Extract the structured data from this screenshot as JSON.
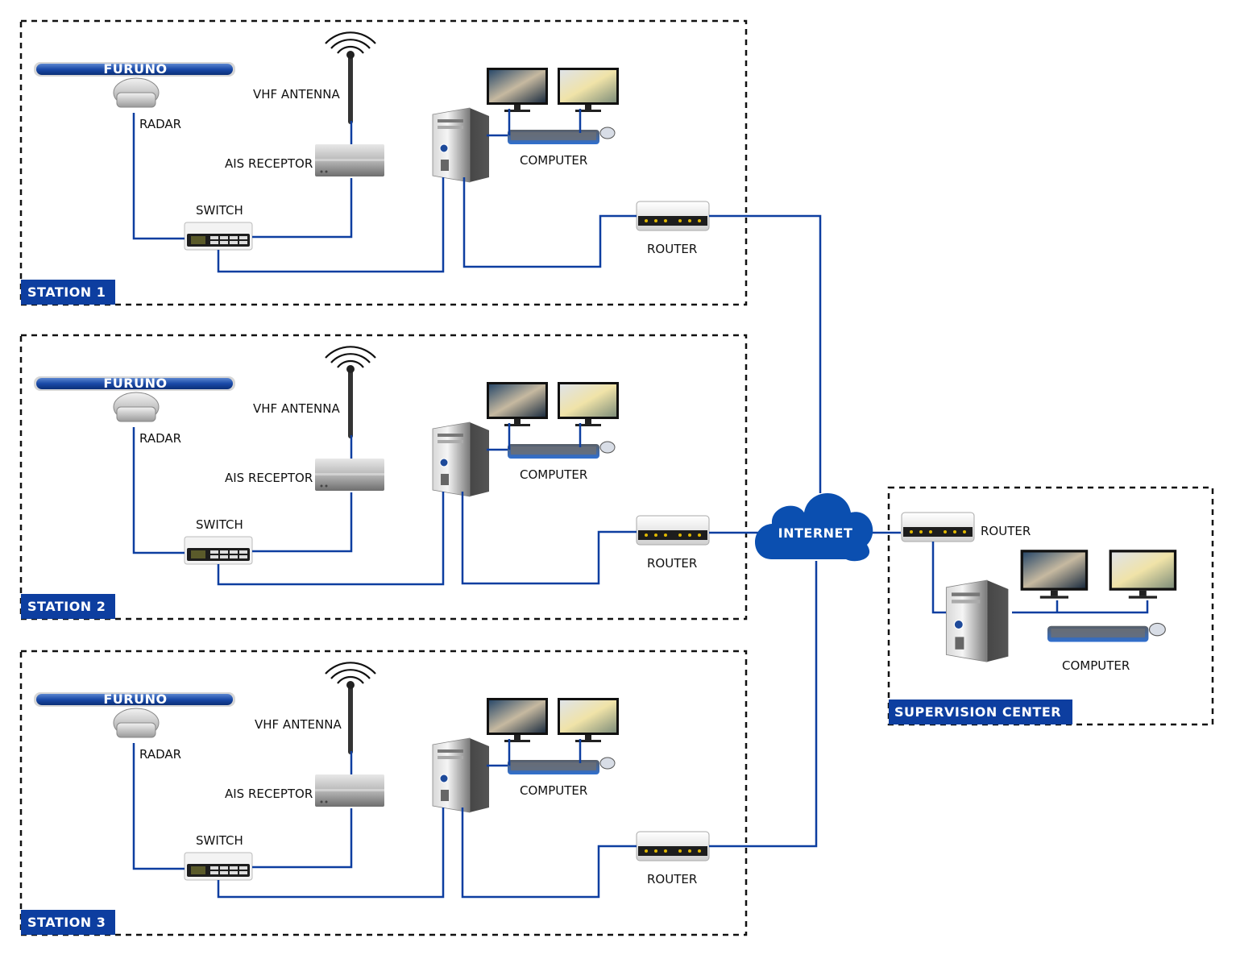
{
  "stations": [
    {
      "name": "STATION 1",
      "brand": "FURUNO",
      "radar": "RADAR",
      "vhf": "VHF ANTENNA",
      "ais": "AIS RECEPTOR",
      "switch": "SWITCH",
      "computer": "COMPUTER",
      "router": "ROUTER"
    },
    {
      "name": "STATION 2",
      "brand": "FURUNO",
      "radar": "RADAR",
      "vhf": "VHF ANTENNA",
      "ais": "AIS RECEPTOR",
      "switch": "SWITCH",
      "computer": "COMPUTER",
      "router": "ROUTER"
    },
    {
      "name": "STATION 3",
      "brand": "FURUNO",
      "radar": "RADAR",
      "vhf": "VHF ANTENNA",
      "ais": "AIS RECEPTOR",
      "switch": "SWITCH",
      "computer": "COMPUTER",
      "router": "ROUTER"
    }
  ],
  "internet": {
    "label": "INTERNET"
  },
  "supervision": {
    "name": "SUPERVISION CENTER",
    "router": "ROUTER",
    "computer": "COMPUTER"
  },
  "colors": {
    "brand_blue": "#0d3ea0",
    "cloud": "#0b4fb0",
    "frame": "#111111"
  }
}
